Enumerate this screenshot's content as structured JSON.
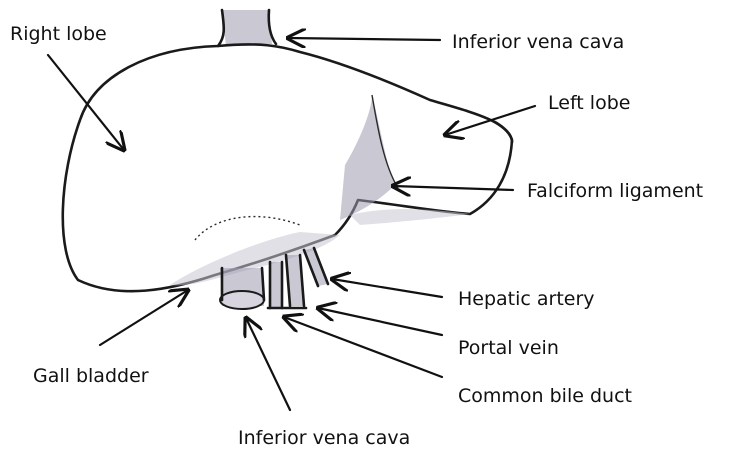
{
  "labels": {
    "right_lobe": "Right lobe",
    "ivc_top": "Inferior vena cava",
    "left_lobe": "Left lobe",
    "falciform": "Falciform ligament",
    "hepatic_artery": "Hepatic artery",
    "portal_vein": "Portal vein",
    "common_bile_duct": "Common bile duct",
    "gall_bladder": "Gall bladder",
    "ivc_bottom": "Inferior vena cava"
  },
  "colors": {
    "ink": "#1a1a1a",
    "shading": "#c9c6d4"
  }
}
